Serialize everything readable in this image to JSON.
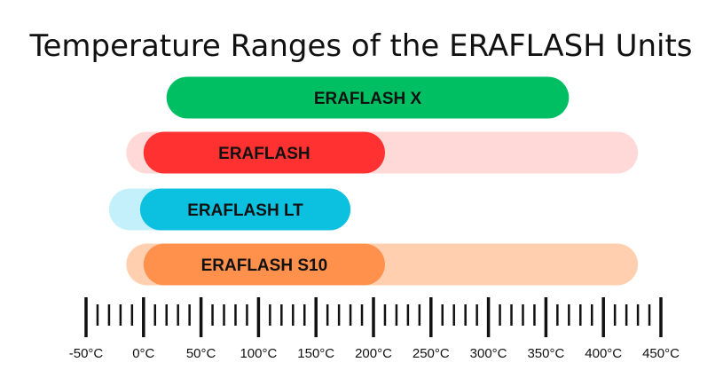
{
  "chart_data": {
    "type": "bar",
    "orientation": "horizontal-range",
    "title": "Temperature Ranges of the ERAFLASH Units",
    "xlabel": "",
    "ylabel": "",
    "unit": "°C",
    "xlim": [
      -50,
      450
    ],
    "tick_values": [
      -50,
      0,
      50,
      100,
      150,
      200,
      250,
      300,
      350,
      400,
      450
    ],
    "tick_labels": [
      "-50°C",
      "0°C",
      "50°C",
      "100°C",
      "150°C",
      "200°C",
      "250°C",
      "300°C",
      "350°C",
      "400°C",
      "450°C"
    ],
    "minor_tick_step": 10,
    "grid": false,
    "legend": "none",
    "series": [
      {
        "label": "ERAFLASH X",
        "color": "#00bf63",
        "range": [
          20,
          370
        ]
      },
      {
        "label": "ERAFLASH",
        "color": "#ff3131",
        "range": [
          0,
          210
        ],
        "extended_color": "#ffd9d7",
        "extended_range": [
          -15,
          430
        ]
      },
      {
        "label": "ERAFLASH LT",
        "color": "#0cc0df",
        "range": [
          -3,
          180
        ],
        "extended_color": "#c3f0fa",
        "extended_range": [
          -30,
          180
        ]
      },
      {
        "label": "ERAFLASH S10",
        "color": "#ff914d",
        "range": [
          0,
          210
        ],
        "extended_color": "#ffcfb0",
        "extended_range": [
          -15,
          430
        ]
      }
    ]
  }
}
